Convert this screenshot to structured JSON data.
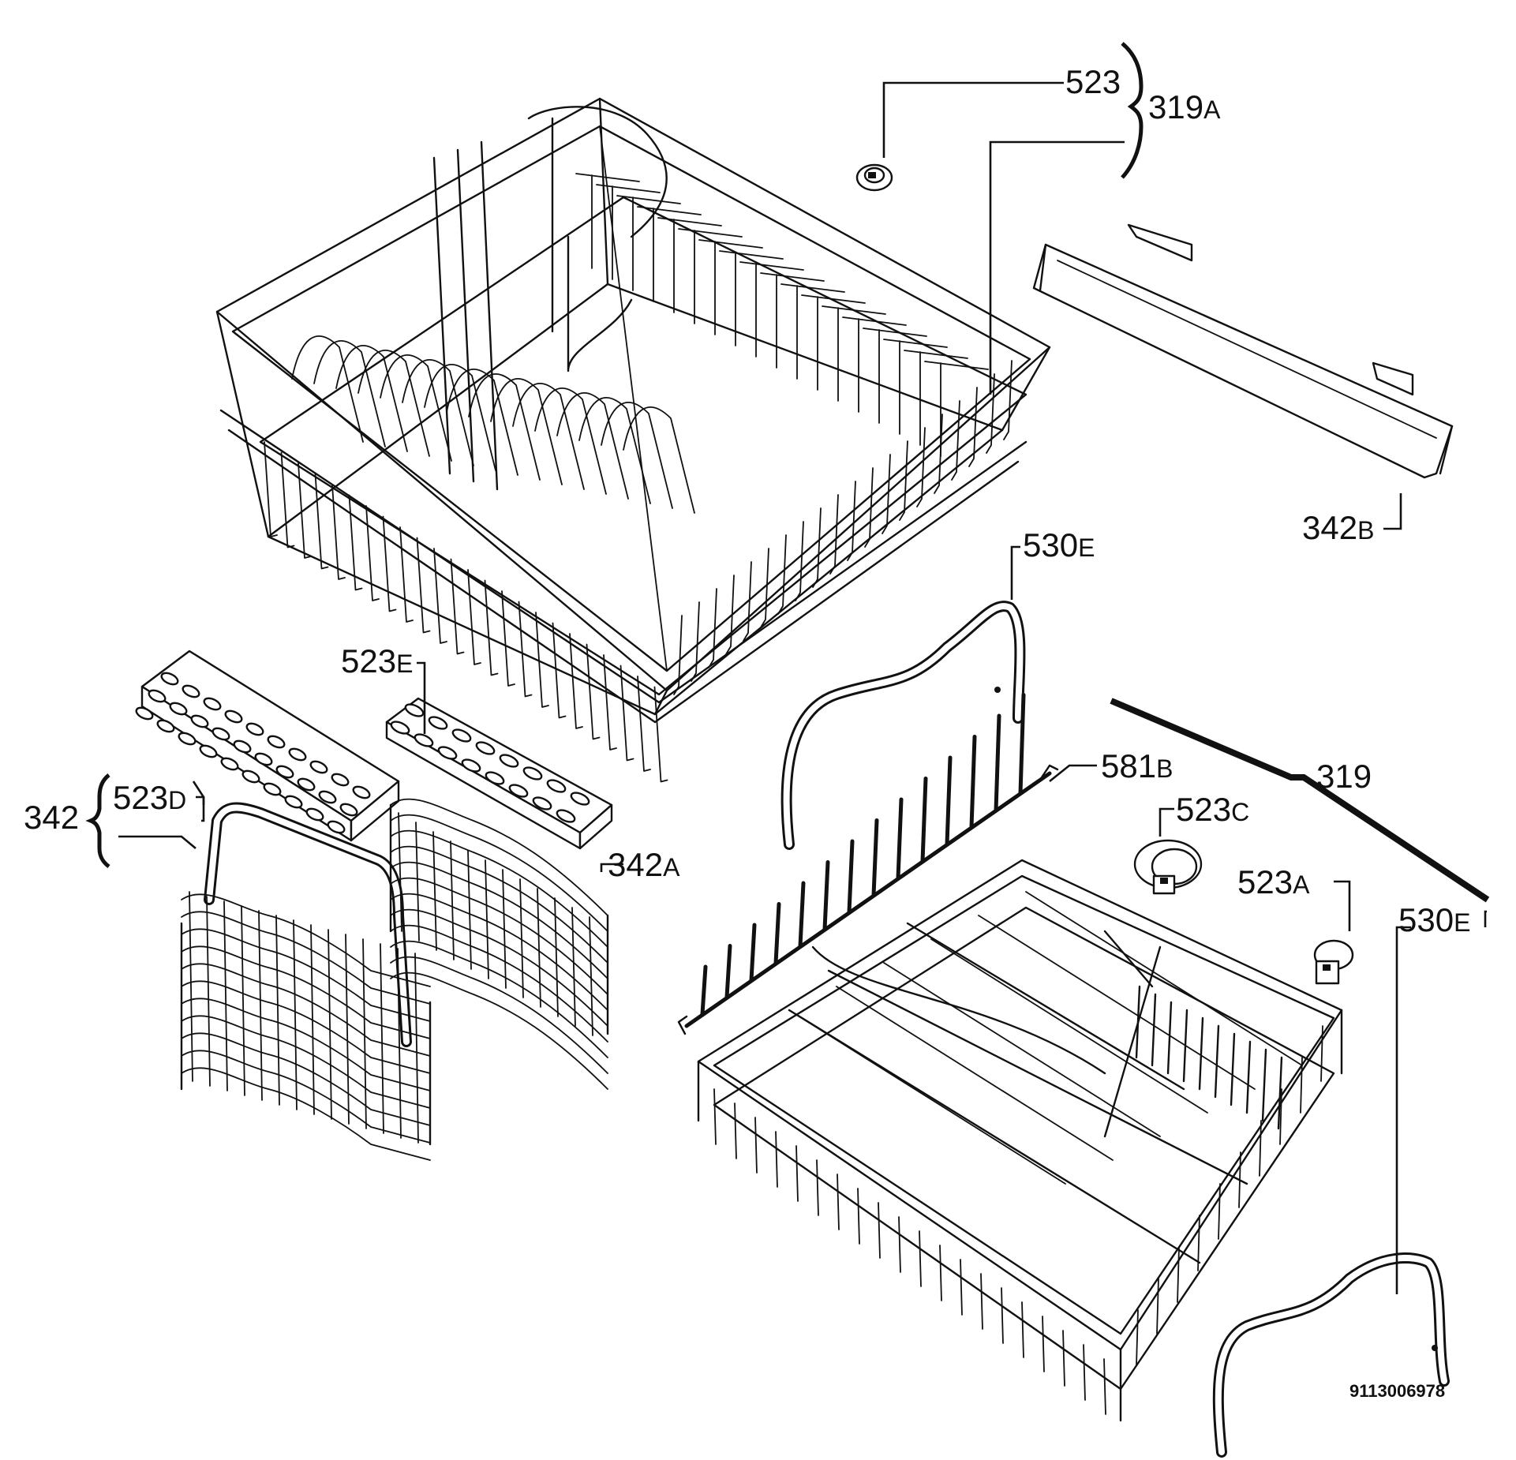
{
  "diagram": {
    "callouts": [
      {
        "id": "523",
        "num": "523",
        "suffix": ""
      },
      {
        "id": "319A",
        "num": "319",
        "suffix": "A"
      },
      {
        "id": "342B",
        "num": "342",
        "suffix": "B"
      },
      {
        "id": "530E-top",
        "num": "530",
        "suffix": "E"
      },
      {
        "id": "523E",
        "num": "523",
        "suffix": "E"
      },
      {
        "id": "523D",
        "num": "523",
        "suffix": "D"
      },
      {
        "id": "342",
        "num": "342",
        "suffix": ""
      },
      {
        "id": "342A",
        "num": "342",
        "suffix": "A"
      },
      {
        "id": "581B",
        "num": "581",
        "suffix": "B"
      },
      {
        "id": "319",
        "num": "319",
        "suffix": ""
      },
      {
        "id": "523C",
        "num": "523",
        "suffix": "C"
      },
      {
        "id": "523A",
        "num": "523",
        "suffix": "A"
      },
      {
        "id": "530E-right",
        "num": "530",
        "suffix": "E"
      }
    ],
    "document_number": "9113006978"
  }
}
